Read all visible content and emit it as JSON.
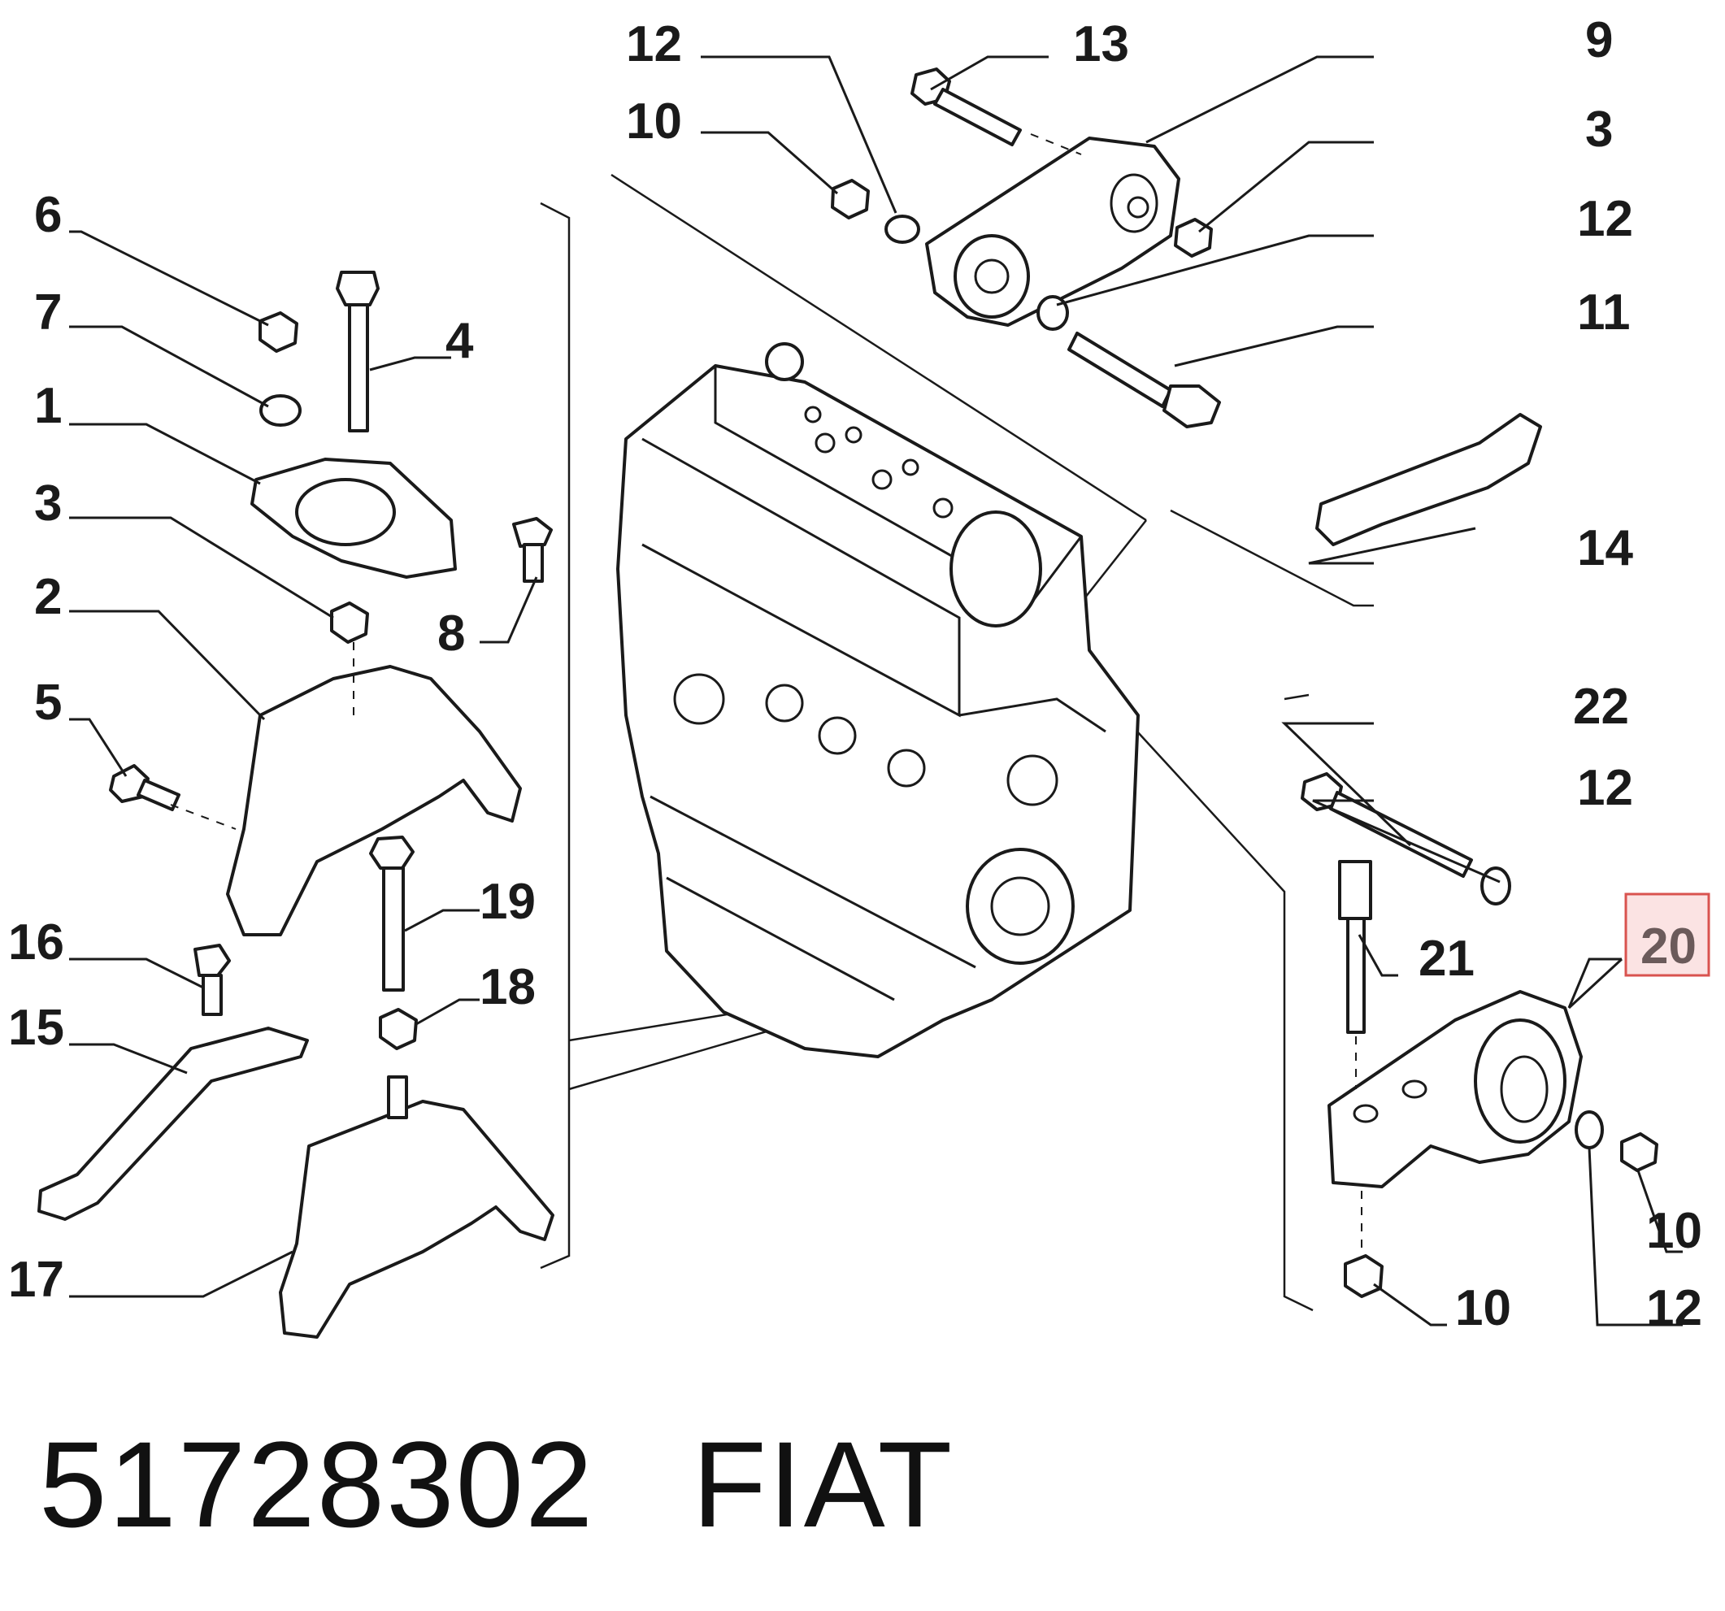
{
  "callouts": {
    "c12_top": "12",
    "c13": "13",
    "c9": "9",
    "c10_top": "10",
    "c3_right": "3",
    "c12_right": "12",
    "c11": "11",
    "c6": "6",
    "c7": "7",
    "c4": "4",
    "c1": "1",
    "c3_left": "3",
    "c8": "8",
    "c2": "2",
    "c5": "5",
    "c14": "14",
    "c22": "22",
    "c12_mid": "12",
    "c20": "20",
    "c21": "21",
    "c19": "19",
    "c16": "16",
    "c18": "18",
    "c15": "15",
    "c17": "17",
    "c10_br": "10",
    "c12_br": "12",
    "c10_bottom": "10"
  },
  "footer": {
    "part_number": "51728302",
    "brand": "FIAT"
  },
  "colors": {
    "highlight_border": "#d9534f",
    "highlight_fill": "#fbe3e3",
    "line": "#1a1a1a"
  }
}
